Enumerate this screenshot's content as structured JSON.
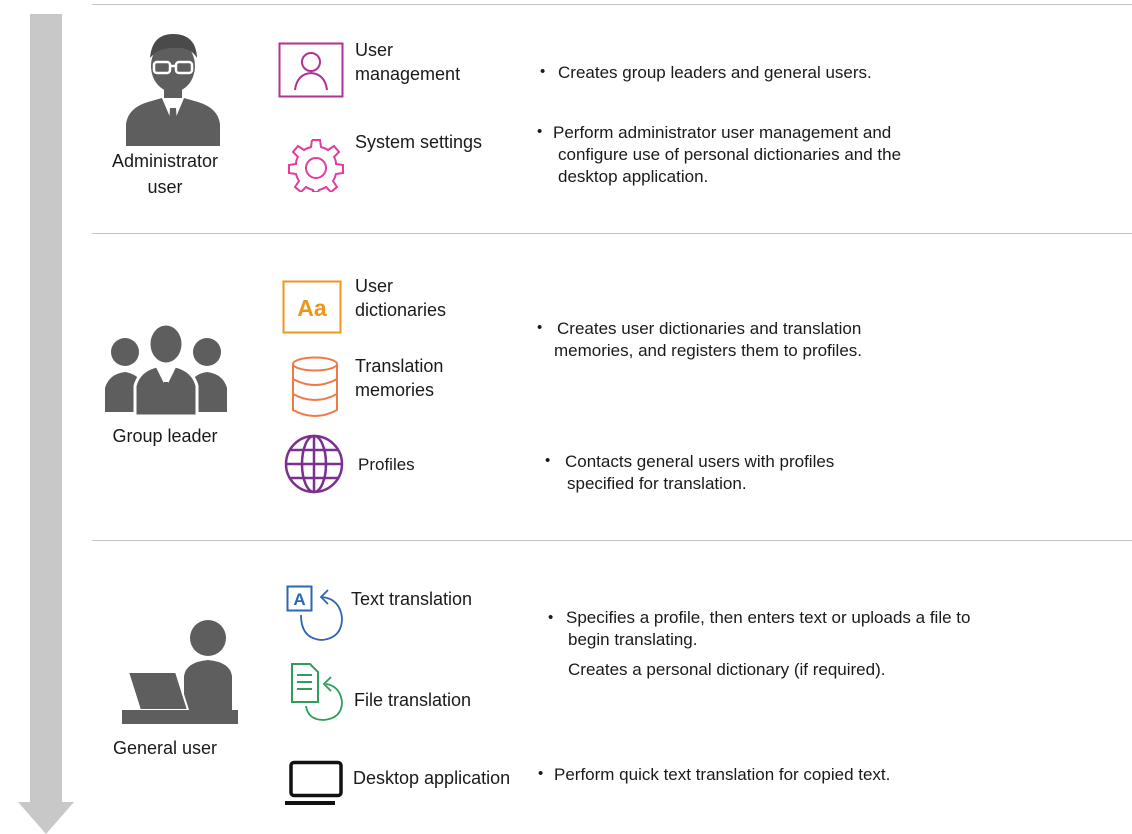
{
  "roles": {
    "admin": {
      "label_line1": "Administrator",
      "label_line2": "user",
      "icon": "admin-user-icon"
    },
    "leader": {
      "label": "Group leader",
      "icon": "group-users-icon"
    },
    "general": {
      "label": "General user",
      "icon": "user-at-laptop-icon"
    }
  },
  "features": {
    "user_management": {
      "line1": "User",
      "line2": "management",
      "icon": "user-outline-icon"
    },
    "system_settings": {
      "label": "System settings",
      "icon": "gear-icon"
    },
    "user_dictionaries": {
      "line1": "User",
      "line2": "dictionaries",
      "icon": "dictionary-aa-icon",
      "glyph": "Aa"
    },
    "translation_memories": {
      "line1": "Translation",
      "line2": "memories",
      "icon": "database-icon"
    },
    "profiles": {
      "label": "Profiles",
      "icon": "globe-icon"
    },
    "text_translation": {
      "label": "Text translation",
      "icon": "text-translate-icon",
      "glyph": "A"
    },
    "file_translation": {
      "label": "File translation",
      "icon": "file-translate-icon"
    },
    "desktop_application": {
      "label": "Desktop application",
      "icon": "laptop-icon"
    }
  },
  "descriptions": {
    "bullet": "•",
    "user_management": "Creates group leaders and general users.",
    "system_settings": {
      "line1": "Perform administrator user management and",
      "line2": "configure use of personal dictionaries and the",
      "line3": "desktop application."
    },
    "dictionaries_memories": {
      "line1": "Creates user dictionaries and translation",
      "line2": "memories, and registers them to profiles."
    },
    "profiles": {
      "line1": "Contacts general users with profiles",
      "line2": "specified for translation."
    },
    "translation": {
      "line1": "Specifies a profile, then enters text or uploads a file to",
      "line2": "begin translating.",
      "line3": "Creates a personal dictionary (if required)."
    },
    "desktop": "Perform quick text translation for copied text."
  },
  "colors": {
    "arrow": "#c8c8c8",
    "divider": "#c4c4c4",
    "role_icon": "#5e5e5e",
    "user_mgmt": "#b0338f",
    "settings": "#e23c9e",
    "dictionary": "#f0941e",
    "database": "#ee7b45",
    "globe": "#7b2f8f",
    "text_tr": "#2f66b2",
    "file_tr": "#2e9e5a",
    "desktop": "#111111"
  }
}
